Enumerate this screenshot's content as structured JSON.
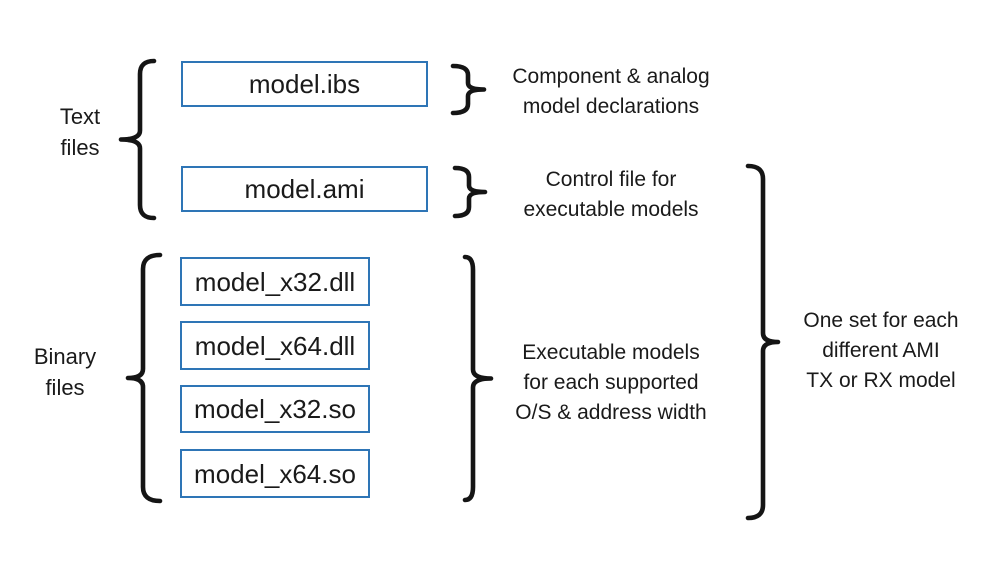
{
  "colors": {
    "box_border": "#2E75B6",
    "box_fill": "#FFFFFF",
    "text": "#1A1A1A",
    "brace": "#151515",
    "background": "#FFFFFF"
  },
  "groups": {
    "text_files": {
      "label": "Text\nfiles",
      "files": [
        "model.ibs",
        "model.ami"
      ]
    },
    "binary_files": {
      "label": "Binary\nfiles",
      "files": [
        "model_x32.dll",
        "model_x64.dll",
        "model_x32.so",
        "model_x64.so"
      ]
    }
  },
  "annotations": {
    "ibs": "Component & analog\nmodel declarations",
    "ami": "Control file for\nexecutable models",
    "binaries": "Executable models\nfor each supported\nO/S & address width",
    "per_model": "One set for each\ndifferent AMI\nTX or RX model"
  }
}
